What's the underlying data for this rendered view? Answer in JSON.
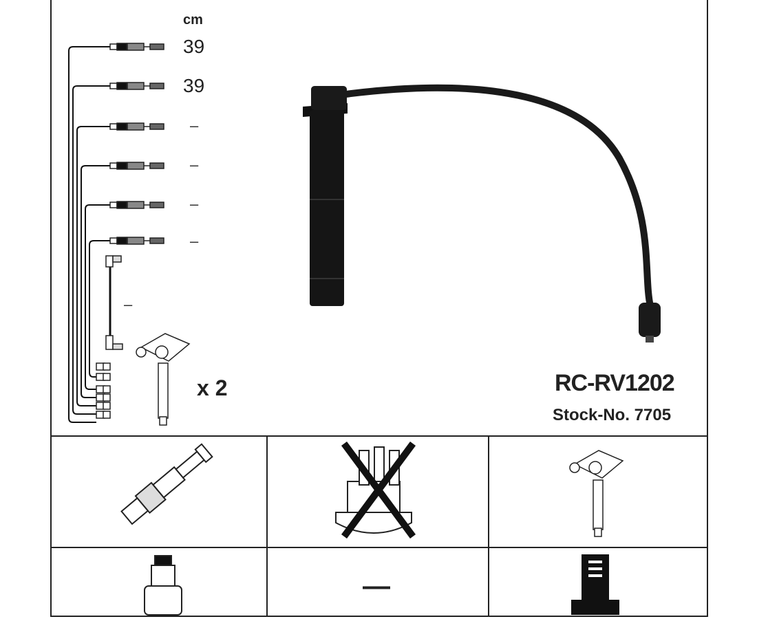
{
  "unit_label": "cm",
  "lengths": [
    "39",
    "39",
    "–",
    "–",
    "–",
    "–"
  ],
  "coil_cable_length": "–",
  "coil_quantity": "x 2",
  "part_number": "RC-RV1202",
  "stock_number": "Stock-No. 7705",
  "grid": {
    "bottom_center_value": "—"
  }
}
